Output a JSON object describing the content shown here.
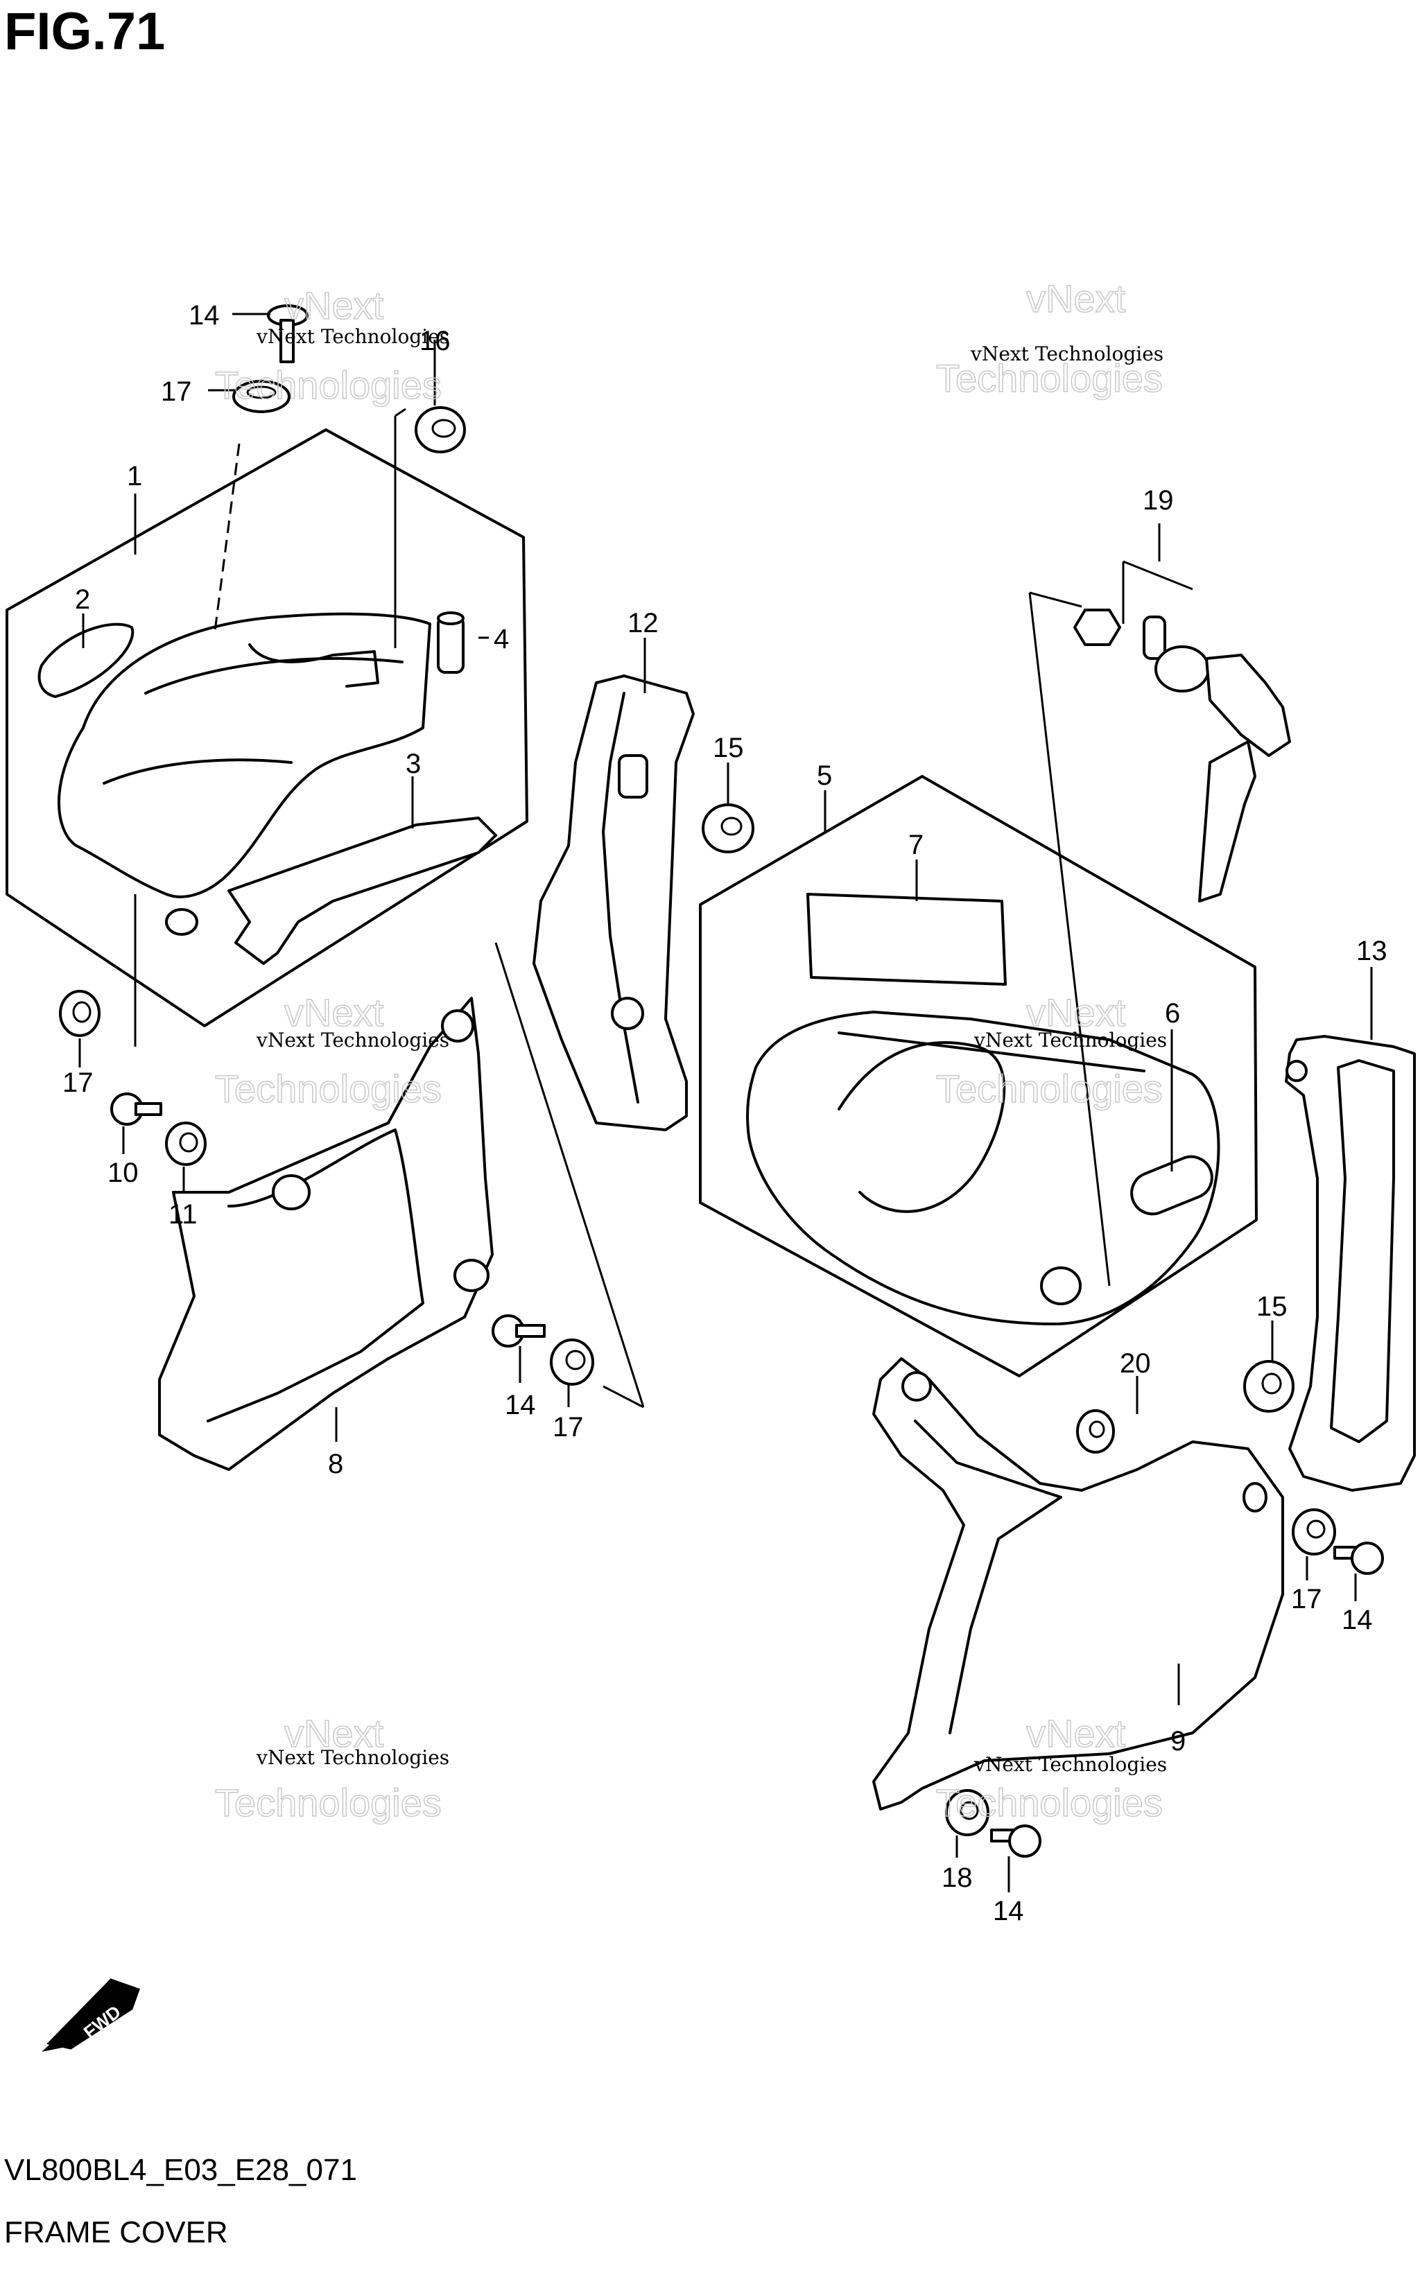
{
  "figure": {
    "title": "FIG.71",
    "model_code": "VL800BL4_E03_E28_071",
    "caption": "FRAME COVER"
  },
  "callouts": [
    "14",
    "17",
    "16",
    "1",
    "2",
    "4",
    "3",
    "12",
    "15",
    "5",
    "7",
    "19",
    "13",
    "6",
    "17",
    "10",
    "11",
    "14",
    "17",
    "8",
    "20",
    "15",
    "17",
    "14",
    "9",
    "18",
    "14"
  ],
  "watermark": {
    "line1": "vNext Technologies",
    "line2": "vNext",
    "line3": "Technologies"
  },
  "fwd_label": "FWD"
}
